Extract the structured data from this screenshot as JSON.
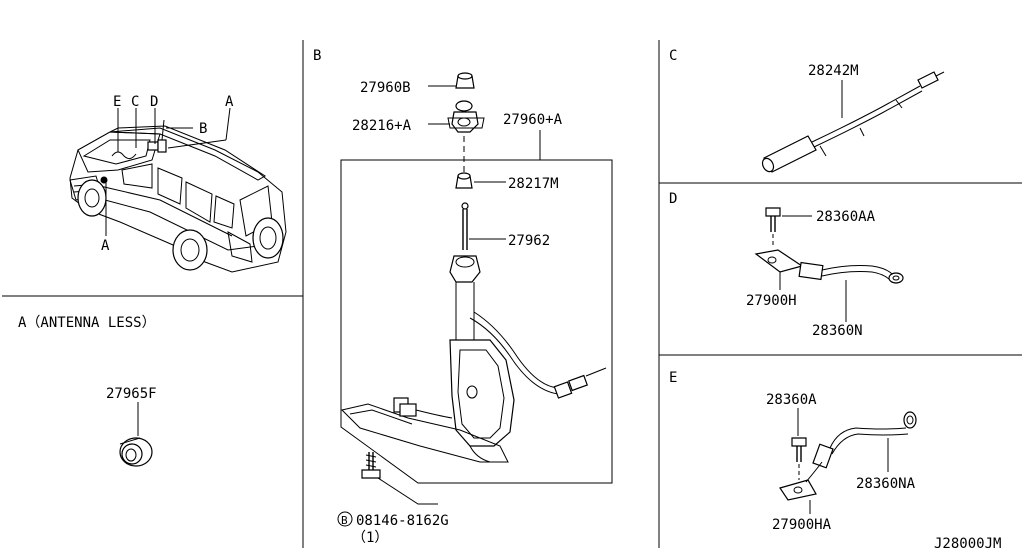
{
  "diagram_id": "J28000JM",
  "sections": {
    "overview": {
      "labels": {
        "e": "E",
        "c": "C",
        "d": "D",
        "a_top": "A",
        "b": "B",
        "a_bottom": "A"
      }
    },
    "a": {
      "title": "A（ANTENNA LESS）",
      "part": "27965F"
    },
    "b": {
      "letter": "B",
      "parts": {
        "cap": "27960B",
        "nut": "28216+A",
        "assembly": "27960+A",
        "bushing": "28217M",
        "mast": "27962",
        "bolt": "08146-8162G",
        "bolt_qty": "（1）",
        "bolt_symbol": "B"
      }
    },
    "c": {
      "letter": "C",
      "part": "28242M"
    },
    "d": {
      "letter": "D",
      "parts": {
        "screw": "28360AA",
        "bracket": "27900H",
        "strap": "28360N"
      }
    },
    "e": {
      "letter": "E",
      "parts": {
        "screw": "28360A",
        "strap": "28360NA",
        "bracket": "27900HA"
      }
    }
  }
}
